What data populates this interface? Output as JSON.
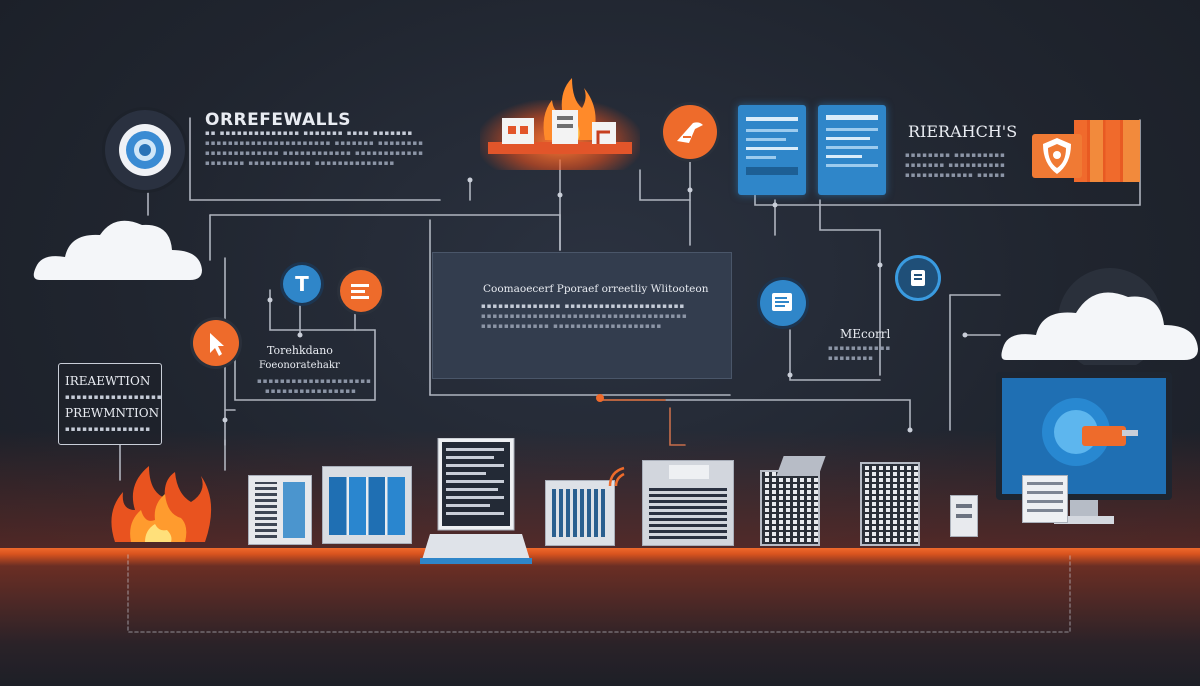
{
  "nodes": {
    "firewalls": {
      "title": "ORREFEWALLS"
    },
    "research": {
      "title": "RIERAHCH'S"
    },
    "center_panel": {
      "title": "Coomaoecerf Pporaef orreetliy Wlitooteon"
    },
    "left_box": {
      "line1": "Torehkdano",
      "line2": "Foeonoratehakr"
    },
    "prevention": {
      "line1": "IREAEWTION",
      "line2": "PREWMNTION"
    },
    "mecorl": {
      "title": "MEcorrl"
    },
    "t_badge": {
      "letter": "T"
    }
  },
  "icons": [
    "eye-icon",
    "cloud-icon",
    "fire-icon",
    "bird-icon",
    "server-rack-icon",
    "shield-icon",
    "document-icon",
    "monitor-icon",
    "laptop-icon",
    "flame-icon"
  ],
  "colors": {
    "background": "#20252f",
    "accent_orange": "#ef6a2c",
    "accent_blue": "#2f86c9",
    "line": "#c9ced8"
  }
}
